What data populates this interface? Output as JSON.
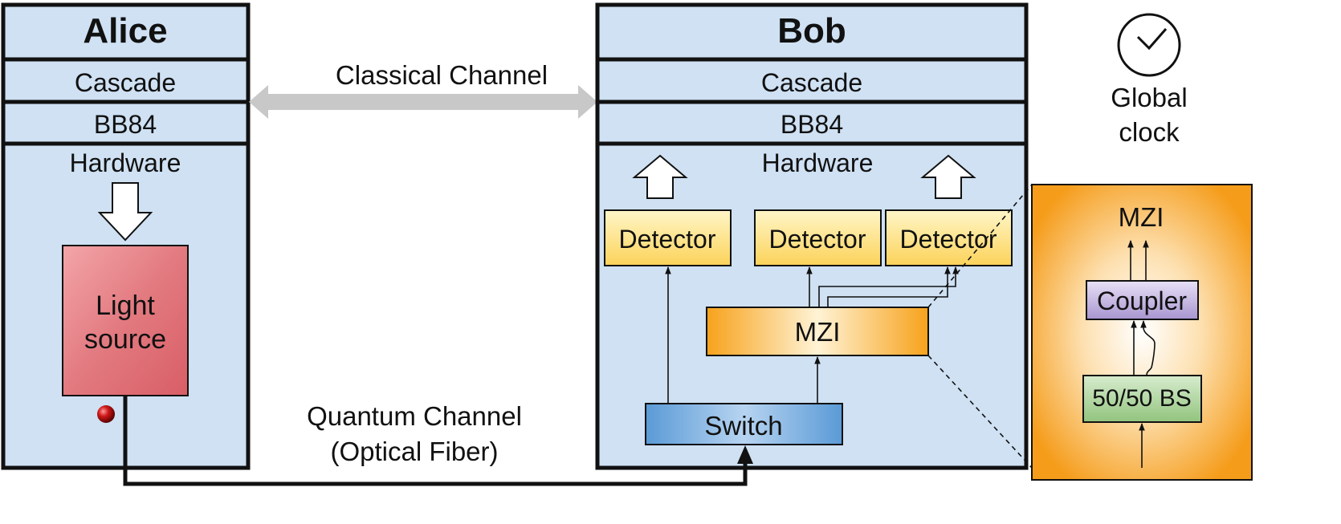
{
  "alice": {
    "title": "Alice",
    "layers": {
      "cascade": "Cascade",
      "bb84": "BB84",
      "hardware": "Hardware"
    },
    "light_source": [
      "Light",
      "source"
    ]
  },
  "bob": {
    "title": "Bob",
    "layers": {
      "cascade": "Cascade",
      "bb84": "BB84",
      "hardware": "Hardware"
    },
    "detectors": [
      "Detector",
      "Detector",
      "Detector"
    ],
    "mzi": "MZI",
    "switch": "Switch"
  },
  "channels": {
    "classical": "Classical Channel",
    "quantum": [
      "Quantum Channel",
      "(Optical Fiber)"
    ]
  },
  "clock": [
    "Global",
    "clock"
  ],
  "inset": {
    "title": "MZI",
    "coupler": "Coupler",
    "splitter": "50/50 BS"
  },
  "colors": {
    "panel_fill": "#cfe1f3",
    "outline": "#111111",
    "light_source": "#e0707a",
    "detector": "#fde58a",
    "mzi": "#f7a21b",
    "switch": "#78aede",
    "coupler": "#b8a8d8",
    "splitter": "#a9d39a",
    "classical_arrow": "#c8c8c8",
    "inset_bg": "#f7a21b"
  }
}
